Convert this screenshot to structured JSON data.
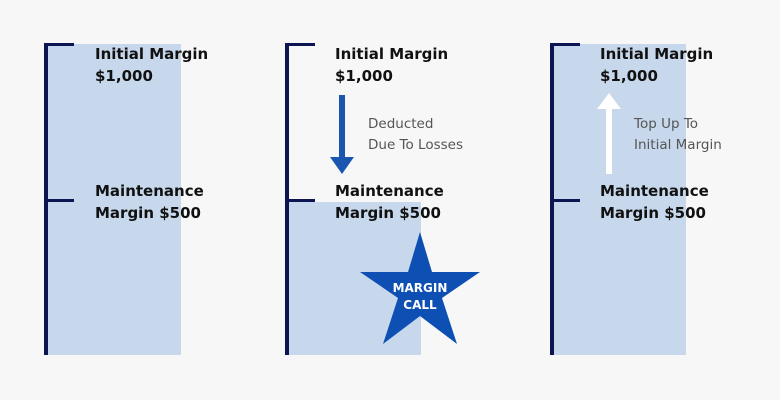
{
  "columns": [
    {
      "top_label": "Initial Margin",
      "top_value": "$1,000",
      "bottom_label": "Maintenance",
      "bottom_value": "Margin $500"
    },
    {
      "top_label": "Initial Margin",
      "top_value": "$1,000",
      "bottom_label": "Maintenance",
      "bottom_value": "Margin $500",
      "note_line1": "Deducted",
      "note_line2": "Due To Losses"
    },
    {
      "top_label": "Initial Margin",
      "top_value": "$1,000",
      "bottom_label": "Maintenance",
      "bottom_value": "Margin $500",
      "note_line1": "Top Up To",
      "note_line2": "Initial Margin"
    }
  ],
  "star": {
    "line1": "MARGIN",
    "line2": "CALL"
  },
  "colors": {
    "fill": "#c7d8ec",
    "bracket": "#0c1452",
    "arrow_down": "#1a56b0",
    "star": "#0d4fb3",
    "arrow_up": "#ffffff"
  }
}
